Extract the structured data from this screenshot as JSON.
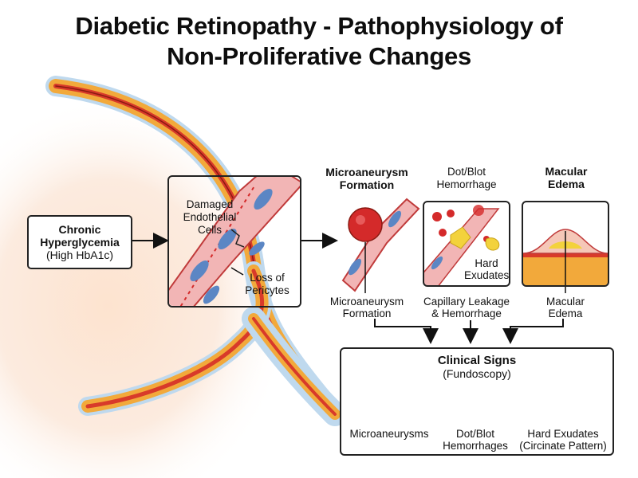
{
  "title": {
    "line1": "Diabetic Retinopathy - Pathophysiology of",
    "line2": "Non-Proliferative Changes"
  },
  "hyperglycemia": {
    "line1": "Chronic",
    "line2": "Hyperglycemia",
    "line3": "(High HbA1c)"
  },
  "vessel_panel": {
    "damaged_line1": "Damaged",
    "damaged_line2": "Endothelial",
    "damaged_line3": "Cells",
    "loss_line1": "Loss of",
    "loss_line2": "Pericytes"
  },
  "microaneurysm": {
    "heading_line1": "Microaneurysm",
    "heading_line2": "Formation",
    "caption_line1": "Microaneurysm",
    "caption_line2": "Formation"
  },
  "hemorrhage": {
    "heading_line1": "Dot/Blot",
    "heading_line2": "Hemorrhage",
    "hard_line1": "Hard",
    "hard_line2": "Exudates",
    "caption_line1": "Capillary Leakage",
    "caption_line2": "& Hemorrhage"
  },
  "edema": {
    "heading_line1": "Macular",
    "heading_line2": "Edema",
    "caption_line1": "Macular",
    "caption_line2": "Edema"
  },
  "clinical": {
    "title": "Clinical Signs",
    "subtitle": "(Fundoscopy)",
    "sign1": "Microaneurysms",
    "sign2_line1": "Dot/Blot",
    "sign2_line2": "Hemorrhages",
    "sign3_line1": "Hard Exudates",
    "sign3_line2": "(Circinate Pattern)"
  },
  "colors": {
    "blood_red": "#d42a2a",
    "vessel_pink": "#f2b5b5",
    "endothelial_blue": "#5b86c4",
    "exudate_yellow": "#f3d23c",
    "sclera_orange": "#f2a93b",
    "retina_red": "#d83a2a",
    "choroid_blue": "#a9cbe6"
  },
  "icons": [
    "arrow-right-icon",
    "arrow-down-icon",
    "microaneurysm-dots-icon",
    "hemorrhage-blot-icon",
    "exudate-patch-icon"
  ]
}
